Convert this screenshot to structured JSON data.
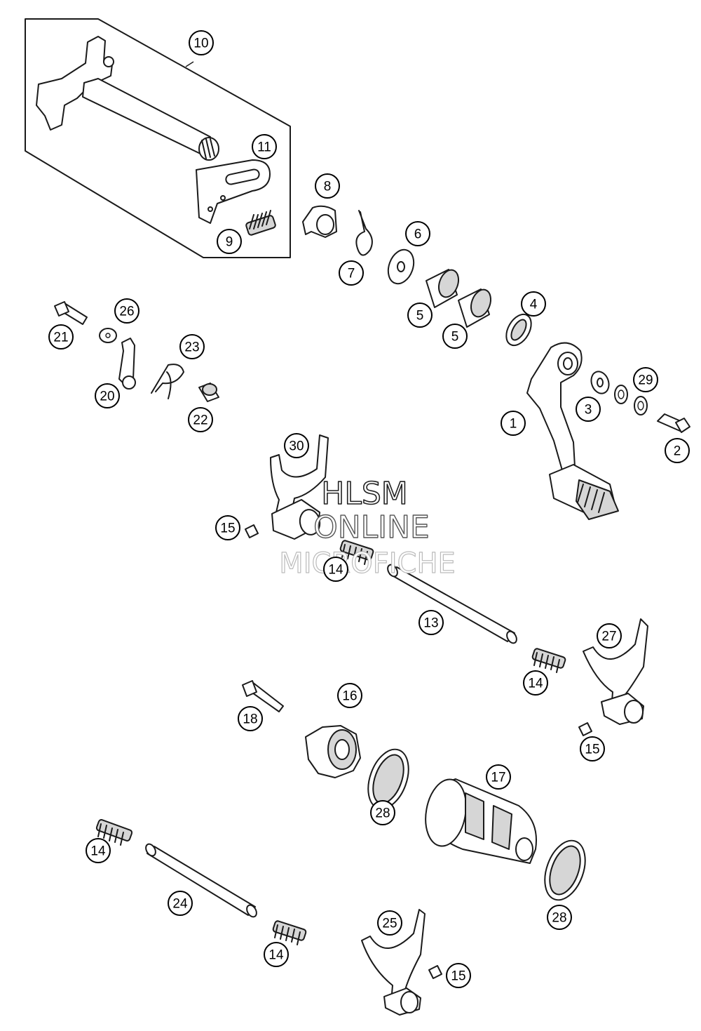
{
  "callouts": [
    {
      "id": "c10",
      "label": "10"
    },
    {
      "id": "c11",
      "label": "11"
    },
    {
      "id": "c9",
      "label": "9"
    },
    {
      "id": "c8",
      "label": "8"
    },
    {
      "id": "c7",
      "label": "7"
    },
    {
      "id": "c6",
      "label": "6"
    },
    {
      "id": "c5a",
      "label": "5"
    },
    {
      "id": "c5b",
      "label": "5"
    },
    {
      "id": "c4",
      "label": "4"
    },
    {
      "id": "c26",
      "label": "26"
    },
    {
      "id": "c21",
      "label": "21"
    },
    {
      "id": "c23",
      "label": "23"
    },
    {
      "id": "c20",
      "label": "20"
    },
    {
      "id": "c22",
      "label": "22"
    },
    {
      "id": "c29",
      "label": "29"
    },
    {
      "id": "c3",
      "label": "3"
    },
    {
      "id": "c1",
      "label": "1"
    },
    {
      "id": "c2",
      "label": "2"
    },
    {
      "id": "c30",
      "label": "30"
    },
    {
      "id": "c15a",
      "label": "15"
    },
    {
      "id": "c14a",
      "label": "14"
    },
    {
      "id": "c13",
      "label": "13"
    },
    {
      "id": "c27",
      "label": "27"
    },
    {
      "id": "c14b",
      "label": "14"
    },
    {
      "id": "c16",
      "label": "16"
    },
    {
      "id": "c18",
      "label": "18"
    },
    {
      "id": "c15b",
      "label": "15"
    },
    {
      "id": "c17",
      "label": "17"
    },
    {
      "id": "c28a",
      "label": "28"
    },
    {
      "id": "c14c",
      "label": "14"
    },
    {
      "id": "c24",
      "label": "24"
    },
    {
      "id": "c28b",
      "label": "28"
    },
    {
      "id": "c25",
      "label": "25"
    },
    {
      "id": "c14d",
      "label": "14"
    },
    {
      "id": "c15c",
      "label": "15"
    }
  ],
  "watermark": {
    "line1": "HLSM",
    "line2": "ONLINE",
    "line3": "MICROFICHE"
  }
}
